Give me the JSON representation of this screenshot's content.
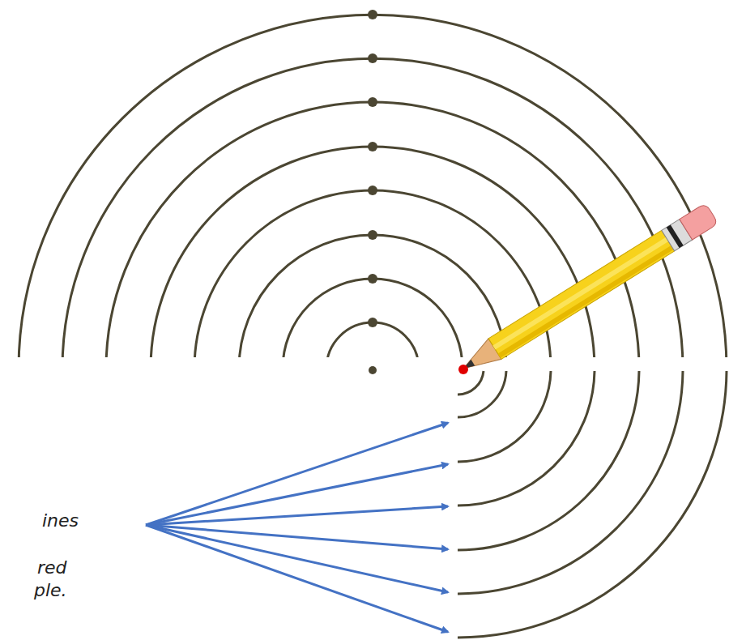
{
  "diagram": {
    "labels": [
      "ines",
      "red",
      "ple."
    ]
  }
}
